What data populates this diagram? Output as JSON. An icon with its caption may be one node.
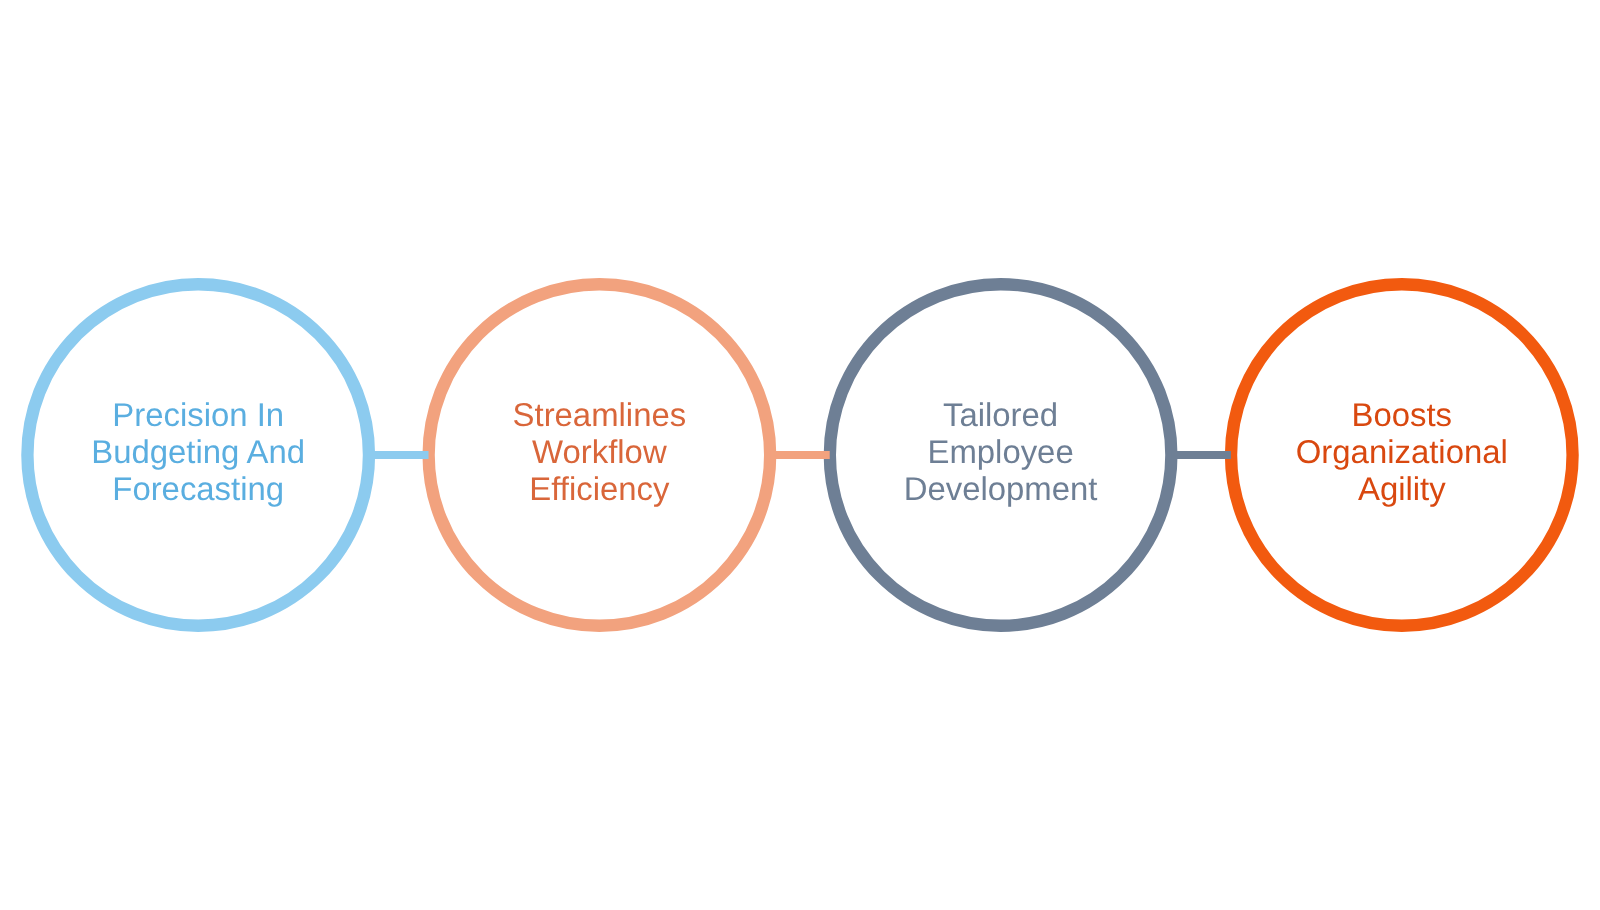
{
  "diagram": {
    "nodes": [
      {
        "text": [
          "Precision In Budgeting And Forecasting"
        ]
      },
      {
        "text": [
          "Streamlines Workflow Efficiency"
        ]
      },
      {
        "text": [
          "Tailored Employee Development"
        ]
      },
      {
        "text": [
          "Boosts Organizational Agility"
        ]
      }
    ],
    "edges": [
      {
        "from": 0,
        "to": 1,
        "arrow": "none",
        "color": "#8ccbef"
      },
      {
        "from": 1,
        "to": 2,
        "arrow": "none",
        "color": "#f2a27e"
      },
      {
        "from": 2,
        "to": 3,
        "arrow": "none",
        "color": "#6e7f95"
      }
    ]
  }
}
